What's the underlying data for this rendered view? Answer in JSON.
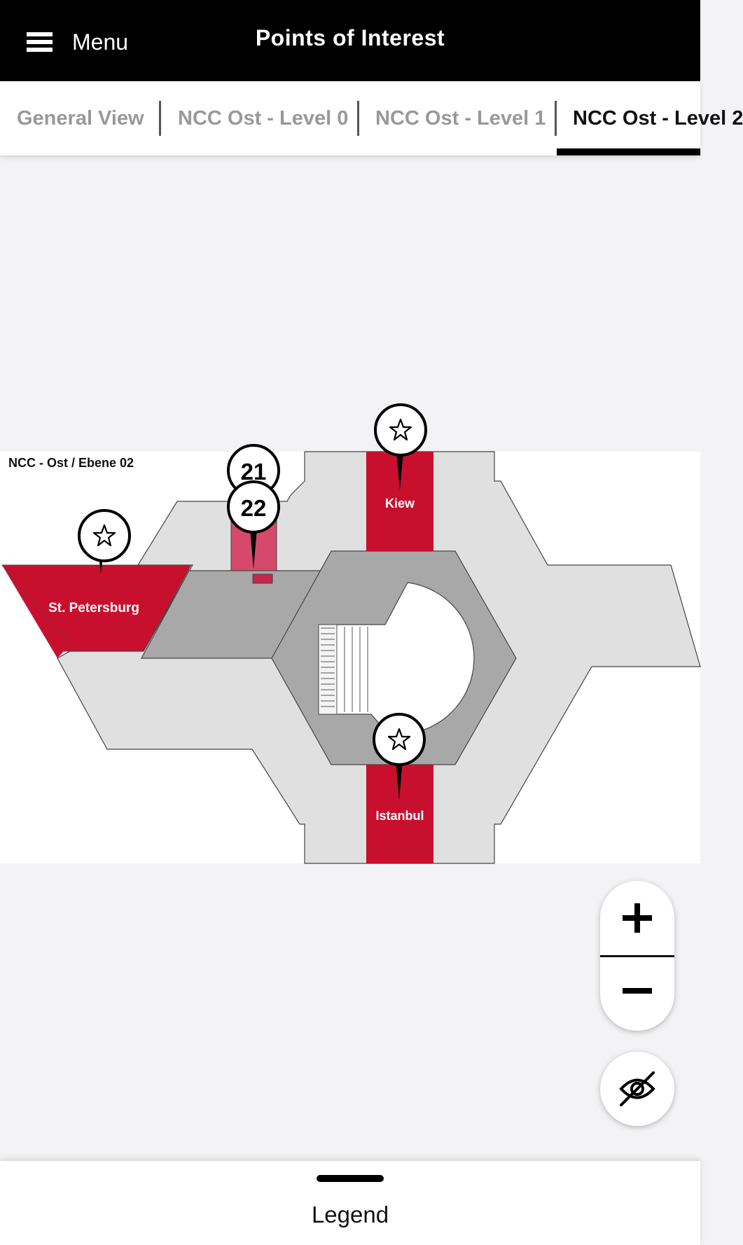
{
  "header": {
    "menu_label": "Menu",
    "title": "Points of Interest"
  },
  "tabs": [
    {
      "label": "General View"
    },
    {
      "label": "NCC Ost - Level 0"
    },
    {
      "label": "NCC Ost - Level 1"
    },
    {
      "label": "NCC Ost - Level 2",
      "active": true
    }
  ],
  "map": {
    "level_title": "NCC - Ost / Ebene 02",
    "rooms": {
      "room_1": "St. Petersburg",
      "room_2": "Kiew",
      "room_3": "Istanbul"
    },
    "markers": [
      {
        "number": "21"
      },
      {
        "number": "22"
      }
    ],
    "colors": {
      "room_red": "#c8102e",
      "room_pink": "#d6496a",
      "floor_dark": "#a8a8a8",
      "floor_light": "#e0e0e0"
    }
  },
  "controls": {
    "zoom_in": "+",
    "zoom_out": "−",
    "visibility_icon": "eye-off-icon"
  },
  "legend": {
    "label": "Legend"
  }
}
